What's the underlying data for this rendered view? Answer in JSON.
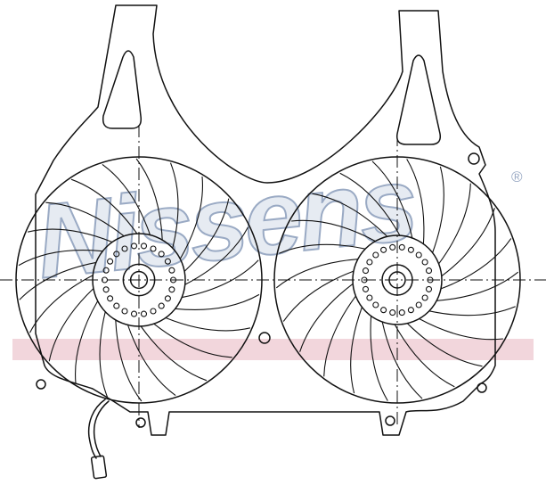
{
  "watermark": {
    "brand": "Nissens",
    "registered_mark": "®",
    "band_color": "#f2d6dc",
    "text_fill": "#e6ebf2",
    "text_stroke": "#9aaac4"
  },
  "drawing": {
    "line_color": "#111111",
    "fan_blades_per_fan": 22,
    "hub_holes_per_fan": 22
  }
}
